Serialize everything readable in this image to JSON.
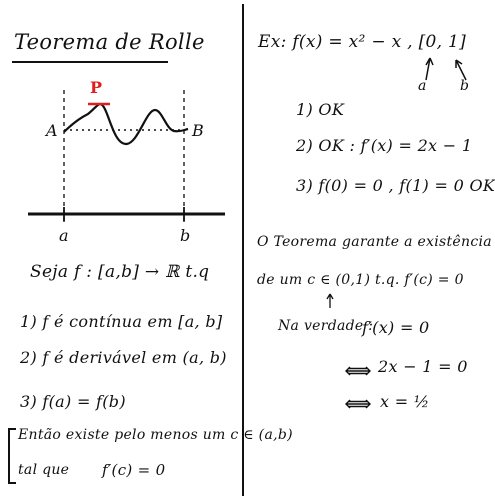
{
  "left": {
    "title": "Teorema de Rolle",
    "graph": {
      "point_p": "P",
      "point_a": "A",
      "point_b": "B",
      "axis_a": "a",
      "axis_b": "b"
    },
    "statement": "Seja f : [a,b] → ℝ  t.q",
    "conditions": [
      "1)  f é contínua em [a, b]",
      "2)  f é derivável em (a, b)",
      "3)  f(a) = f(b)"
    ],
    "conclusion_line1": "Então existe pelo menos um c ∈ (a,b)",
    "conclusion_line2_a": "tal que",
    "conclusion_line2_b": "f′(c) = 0"
  },
  "right": {
    "example": "Ex:  f(x) = x² − x ,  [0, 1]",
    "label_a": "a",
    "label_b": "b",
    "steps": [
      "1)  OK",
      "2)  OK :  f′(x) = 2x − 1",
      "3)  f(0) = 0 ,  f(1) = 0  OK"
    ],
    "guarantee_line1": "O Teorema garante a existência",
    "guarantee_line2": "de um  c ∈ (0,1)  t.q.  f′(c) = 0",
    "indeed_label": "Na verdade :",
    "indeed_eq1": "f′(x) = 0",
    "indeed_eq2": "2x − 1 = 0",
    "indeed_eq3": "x = ½"
  }
}
